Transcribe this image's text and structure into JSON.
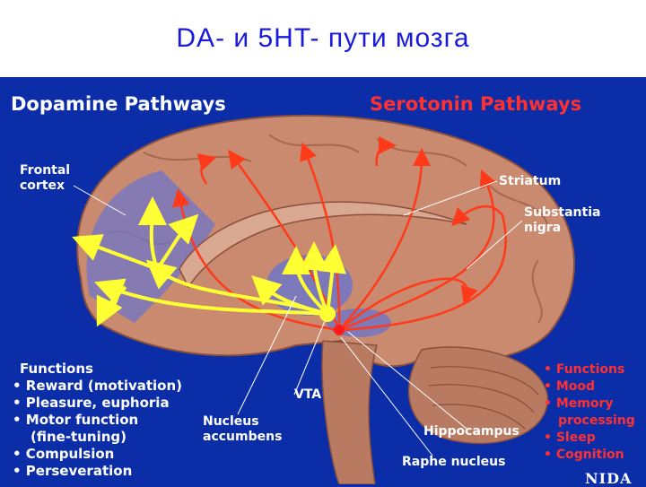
{
  "title": "DA- и 5HT- пути мозга",
  "headers": {
    "dopamine": "Dopamine Pathways",
    "serotonin": "Serotonin Pathways"
  },
  "labels": {
    "frontal_cortex": [
      "Frontal",
      "cortex"
    ],
    "striatum": "Striatum",
    "substantia_nigra": [
      "Substantia",
      "nigra"
    ],
    "vta": "VTA",
    "nucleus_accumbens": [
      "Nucleus",
      "accumbens"
    ],
    "hippocampus": "Hippocampus",
    "raphe_nucleus": "Raphe nucleus"
  },
  "dopamine_functions": {
    "heading": "Functions",
    "items": [
      "• Reward (motivation)",
      "• Pleasure, euphoria",
      "• Motor function",
      "(fine-tuning)",
      "• Compulsion",
      "• Perseveration"
    ]
  },
  "serotonin_functions": {
    "heading": "• Functions",
    "items": [
      "• Mood",
      "• Memory",
      "processing",
      "• Sleep",
      "• Cognition"
    ]
  },
  "logo": "NIDA",
  "colors": {
    "background": "#0b2ea8",
    "title_text": "#1a1adb",
    "dopamine_arrow": "#ffff33",
    "serotonin_arrow": "#ff3a1a",
    "brain": "#c98a6f",
    "highlight": "#6e74c8"
  }
}
